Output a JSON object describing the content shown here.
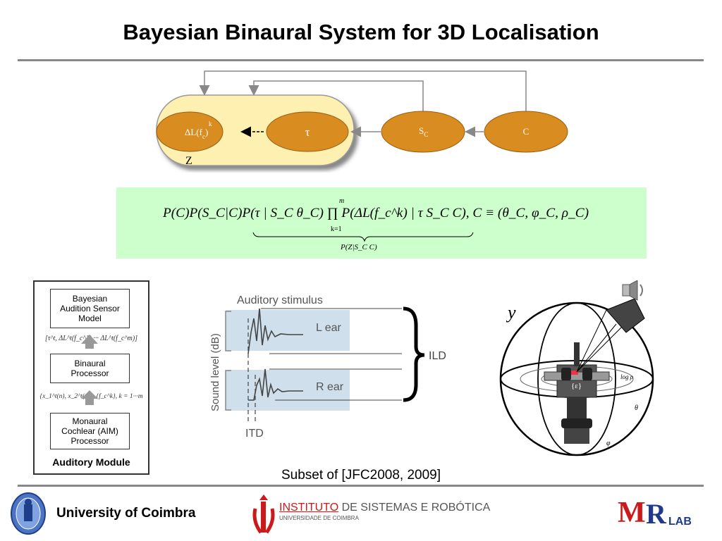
{
  "title": "Bayesian Binaural System for 3D Localisation",
  "diagram": {
    "node_ild": "ΔL(f",
    "node_ild_sub": "c",
    "node_ild_sup": "k",
    "node_ild_close": ")",
    "node_tau": "τ",
    "node_s": "S",
    "node_s_sub": "C",
    "node_c": "C",
    "group_label": "Z"
  },
  "formula": {
    "main": "P(C)P(S_C|C)P(τ | S_C θ_C) ∏ P(ΔL(f_c^k) | τ S_C C), C ≡ (θ_C, φ_C, ρ_C)",
    "prod_top": "m",
    "prod_bottom": "k=1",
    "brace_label": "P(Z|S_C C)"
  },
  "auditory_module": {
    "box1": "Bayesian\nAudition Sensor\nModel",
    "math1": "[τ^t, ΔL^t(f_c^1) ··· ΔL^t(f_c^m)]",
    "box2": "Binaural\nProcessor",
    "math2": "{x_1^t(n), x_2^t(n)}_{f_c^k}, k = 1···m",
    "box3": "Monaural\nCochlear (AIM)\nProcessor",
    "label": "Auditory Module"
  },
  "stimulus_plot": {
    "title": "Auditory stimulus",
    "ylabel": "Sound level (dB)",
    "left_ear": "L ear",
    "right_ear": "R ear",
    "ild_label": "ILD",
    "itd_label": "ITD"
  },
  "sphere": {
    "y_label": "y",
    "center_label": "{ε}",
    "log_rho": "log ρ",
    "theta": "θ",
    "phi": "φ"
  },
  "caption": "Subset of [JFC2008, 2009]",
  "footer": {
    "university": "University of Coimbra",
    "isr_brand": "INSTITUTO",
    "isr_rest": " DE SISTEMAS E ROBÓTICA",
    "isr_sub": "UNIVERSIDADE DE COIMBRA",
    "mrl_m": "M",
    "mrl_r": "R",
    "mrl_lab": "LAB"
  },
  "colors": {
    "node_fill": "#d98c20",
    "group_fill": "#fdf0b0",
    "formula_bg": "#ccffcc",
    "isr_red": "#cc1a1a",
    "mrl_blue": "#1f3a8a"
  }
}
